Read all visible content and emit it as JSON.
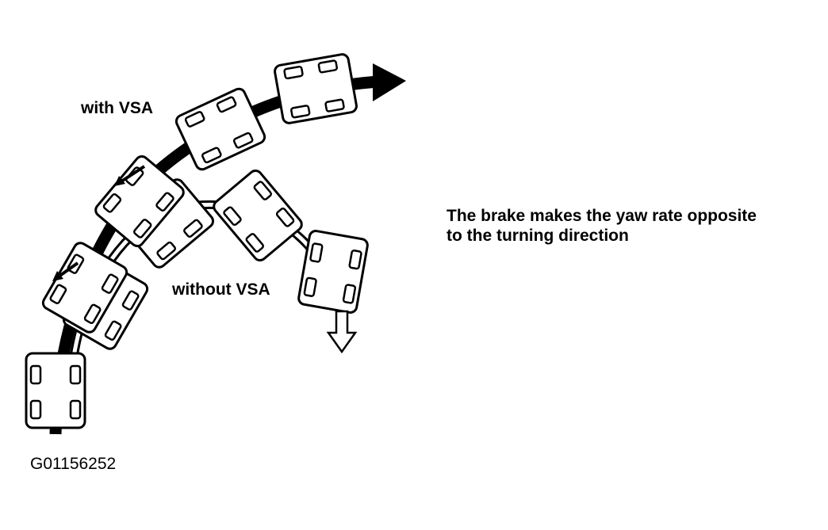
{
  "labels": {
    "with_vsa": "with VSA",
    "without_vsa": "without VSA"
  },
  "caption": {
    "line1": "The brake makes the yaw rate opposite",
    "line2": "to the turning direction"
  },
  "figure_id": "G01156252",
  "colors": {
    "ink": "#000000",
    "paper": "#ffffff"
  },
  "icons": {
    "car": "car-top-view-icon",
    "path_arrow": "solid-arrowhead-icon",
    "skid_arrow": "outline-arrow-down-icon",
    "brake_arrow": "small-brake-arrow-icon"
  }
}
